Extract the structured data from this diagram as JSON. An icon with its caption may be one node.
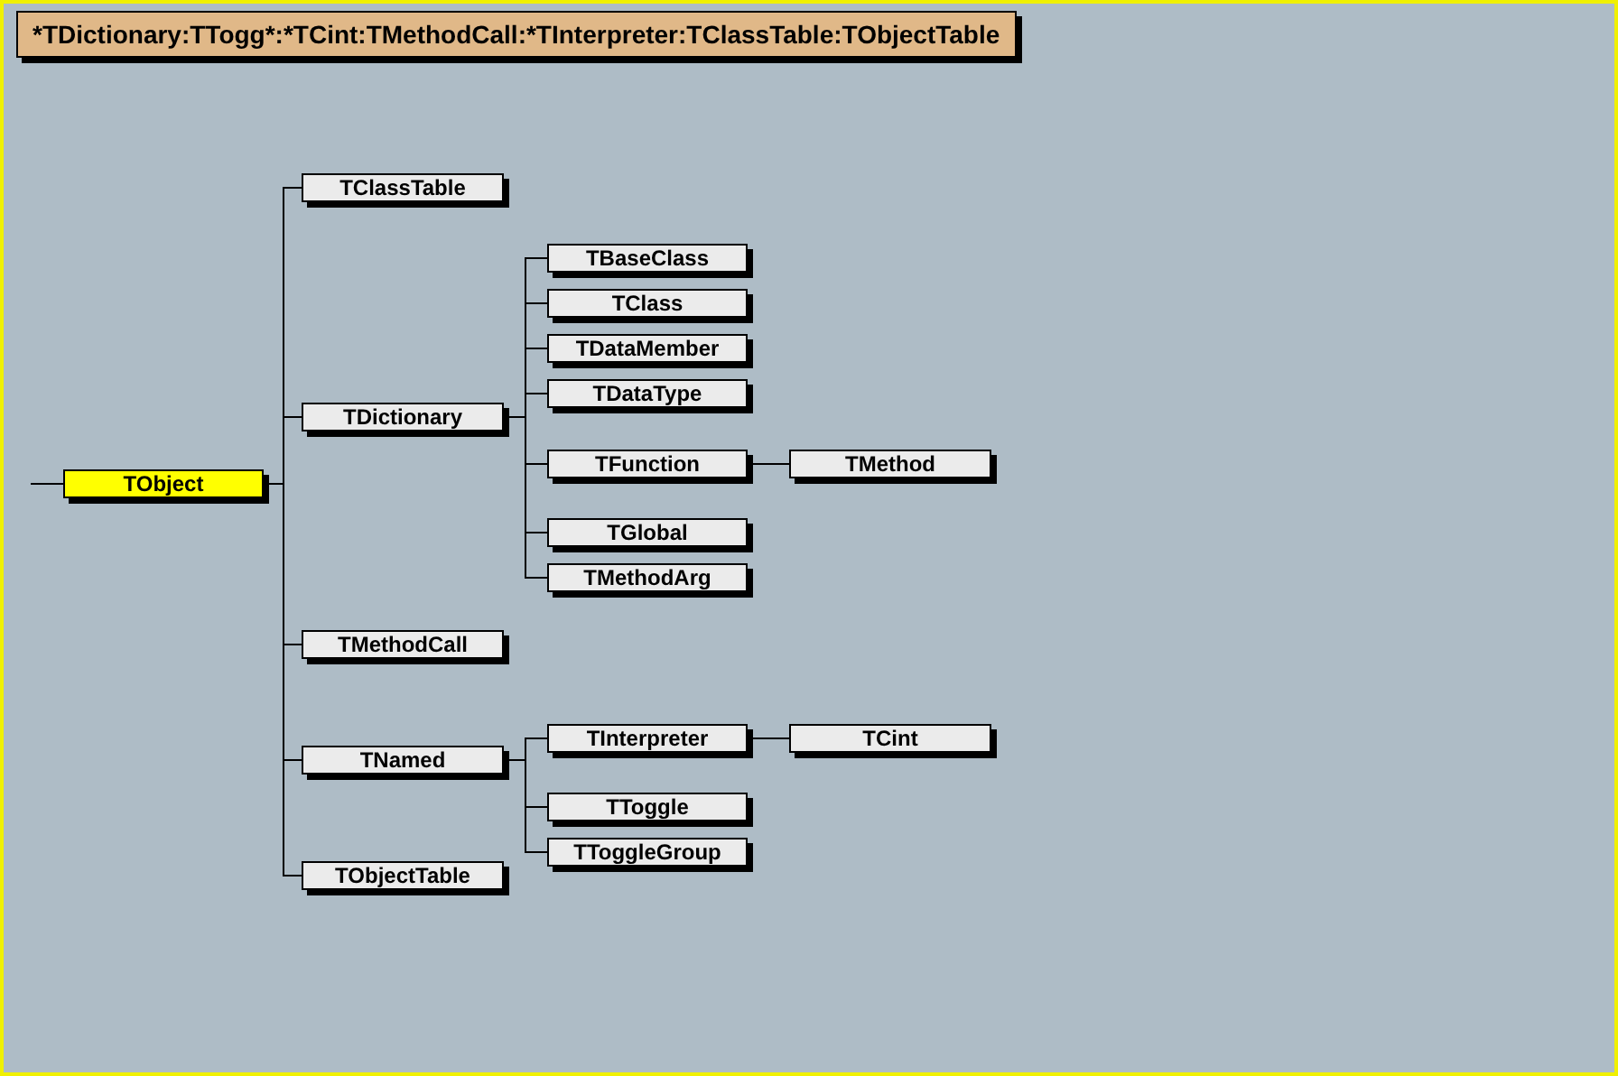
{
  "diagram": {
    "title": "*TDictionary:TTogg*:*TCint:TMethodCall:*TInterpreter:TClassTable:TObjectTable",
    "nodes": [
      {
        "text": [
          "TObject"
        ]
      },
      {
        "text": [
          "TClassTable"
        ]
      },
      {
        "text": [
          "TDictionary"
        ]
      },
      {
        "text": [
          "TMethodCall"
        ]
      },
      {
        "text": [
          "TNamed"
        ]
      },
      {
        "text": [
          "TObjectTable"
        ]
      },
      {
        "text": [
          "TBaseClass"
        ]
      },
      {
        "text": [
          "TClass"
        ]
      },
      {
        "text": [
          "TDataMember"
        ]
      },
      {
        "text": [
          "TDataType"
        ]
      },
      {
        "text": [
          "TFunction"
        ]
      },
      {
        "text": [
          "TMethod"
        ]
      },
      {
        "text": [
          "TGlobal"
        ]
      },
      {
        "text": [
          "TMethodArg"
        ]
      },
      {
        "text": [
          "TInterpreter"
        ]
      },
      {
        "text": [
          "TCint"
        ]
      },
      {
        "text": [
          "TToggle"
        ]
      },
      {
        "text": [
          "TToggleGroup"
        ]
      }
    ],
    "edges": [
      {
        "from": null,
        "to": 0,
        "arrow": "none"
      },
      {
        "from": 0,
        "to": 1,
        "arrow": "none"
      },
      {
        "from": 0,
        "to": 2,
        "arrow": "none"
      },
      {
        "from": 0,
        "to": 3,
        "arrow": "none"
      },
      {
        "from": 0,
        "to": 4,
        "arrow": "none"
      },
      {
        "from": 0,
        "to": 5,
        "arrow": "none"
      },
      {
        "from": 2,
        "to": 6,
        "arrow": "none"
      },
      {
        "from": 2,
        "to": 7,
        "arrow": "none"
      },
      {
        "from": 2,
        "to": 8,
        "arrow": "none"
      },
      {
        "from": 2,
        "to": 9,
        "arrow": "none"
      },
      {
        "from": 2,
        "to": 10,
        "arrow": "none"
      },
      {
        "from": 10,
        "to": 11,
        "arrow": "none"
      },
      {
        "from": 2,
        "to": 12,
        "arrow": "none"
      },
      {
        "from": 2,
        "to": 13,
        "arrow": "none"
      },
      {
        "from": 4,
        "to": 14,
        "arrow": "none"
      },
      {
        "from": 14,
        "to": 15,
        "arrow": "none"
      },
      {
        "from": 4,
        "to": 16,
        "arrow": "none"
      },
      {
        "from": 4,
        "to": 17,
        "arrow": "none"
      }
    ]
  }
}
